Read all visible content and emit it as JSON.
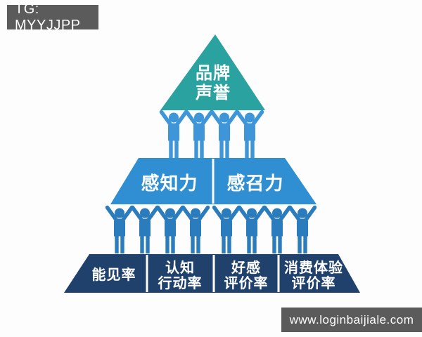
{
  "source_badge": {
    "label": "TG: MYYJJPP"
  },
  "site_badge": {
    "label": "www.loginbaijiale.com"
  },
  "colors": {
    "tier_top": "#2aa2a0",
    "tier_middle": "#2f8fd2",
    "tier_bottom": "#20416b",
    "person_upper": "#3e96d8",
    "person_lower": "#2b7cbd",
    "badge_bg": "#5b5b5b",
    "text_on_tiers": "#ffffff"
  },
  "pyramid": {
    "top_tier": {
      "label": "品牌声誉",
      "line1": "品牌",
      "line2": "声誉"
    },
    "middle_tier": {
      "left": "感知力",
      "right": "感召力"
    },
    "bottom_tier": {
      "cells": [
        {
          "line1": "能见率",
          "line2": ""
        },
        {
          "line1": "认知",
          "line2": "行动率"
        },
        {
          "line1": "好感",
          "line2": "评价率"
        },
        {
          "line1": "消费体验",
          "line2": "评价率"
        }
      ]
    }
  },
  "decor": {
    "person_icon": "person-raised-arms",
    "upper_row_people": 4,
    "lower_row_people": 8
  }
}
